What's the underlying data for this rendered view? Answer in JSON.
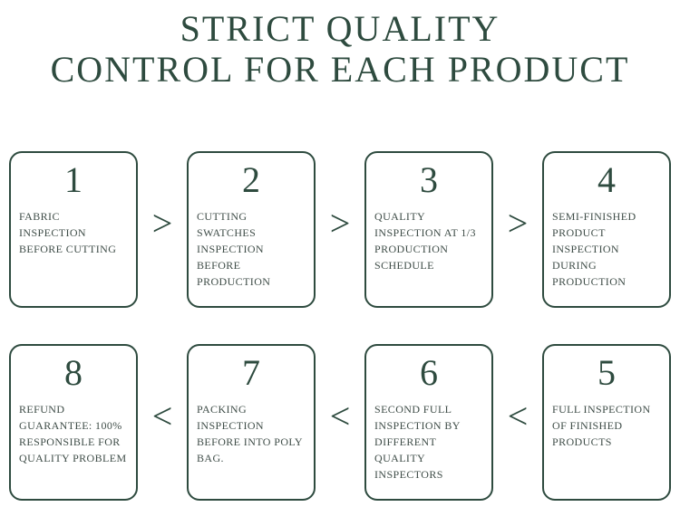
{
  "title": {
    "line1": "STRICT QUALITY",
    "line2": "CONTROL FOR EACH PRODUCT"
  },
  "colors": {
    "accent_green": "#2e4b3f",
    "text_green": "#3f4d48",
    "background": "#ffffff"
  },
  "rows": [
    {
      "arrow": ">",
      "steps": [
        {
          "number": "1",
          "text": "FABRIC INSPECTION BEFORE CUTTING"
        },
        {
          "number": "2",
          "text": "CUTTING SWATCHES INSPECTION BEFORE PRODUCTION"
        },
        {
          "number": "3",
          "text": "QUALITY INSPECTION AT 1/3 PRODUCTION SCHEDULE"
        },
        {
          "number": "4",
          "text": "SEMI-FINISHED PRODUCT INSPECTION DURING PRODUCTION"
        }
      ]
    },
    {
      "arrow": "<",
      "steps": [
        {
          "number": "8",
          "text": "REFUND GUARANTEE: 100% RESPONSIBLE FOR QUALITY PROBLEM"
        },
        {
          "number": "7",
          "text": "PACKING INSPECTION BEFORE INTO POLY BAG."
        },
        {
          "number": "6",
          "text": "SECOND FULL INSPECTION BY DIFFERENT QUALITY INSPECTORS"
        },
        {
          "number": "5",
          "text": "FULL INSPECTION OF FINISHED PRODUCTS"
        }
      ]
    }
  ]
}
